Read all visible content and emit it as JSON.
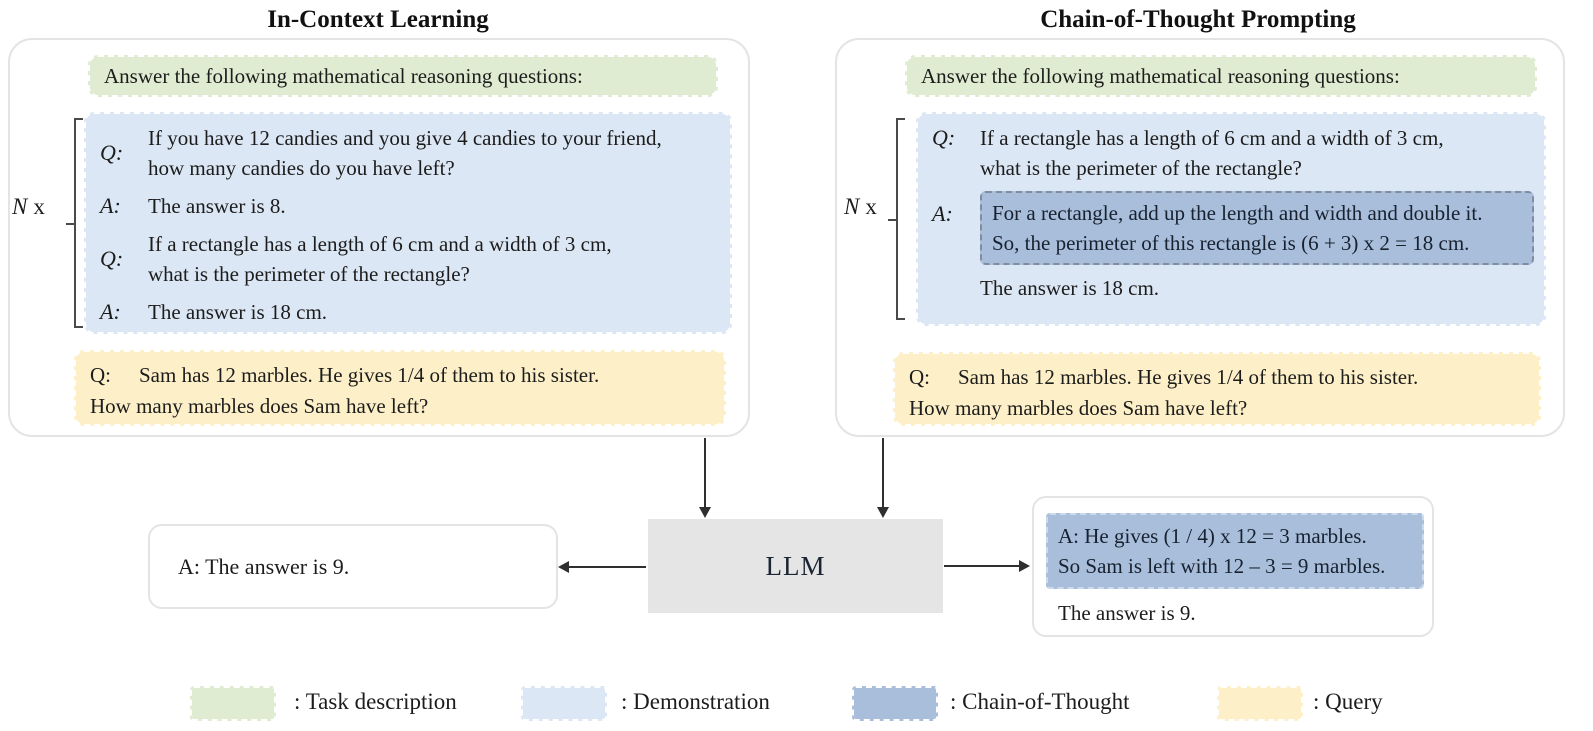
{
  "left_panel": {
    "title": "In-Context Learning",
    "task_description": "Answer the following mathematical reasoning questions:",
    "repeat": {
      "n": "N",
      "times": "x"
    },
    "demonstration": {
      "rows": [
        {
          "label": "Q:",
          "lines": [
            "If you have 12 candies and you give 4 candies to your friend,",
            "how many candies do you have left?"
          ]
        },
        {
          "label": "A:",
          "lines": [
            "The answer is 8."
          ]
        },
        {
          "label": "Q:",
          "lines": [
            "If a rectangle has a length of 6 cm and a width of 3 cm,",
            "what is the perimeter of the rectangle?"
          ]
        },
        {
          "label": "A:",
          "lines": [
            "The answer is 18 cm."
          ]
        }
      ]
    },
    "query": {
      "label": "Q:",
      "line1": "Sam has 12 marbles. He gives 1/4 of them to his sister.",
      "line2": "How many marbles does Sam have left?"
    }
  },
  "right_panel": {
    "title": "Chain-of-Thought Prompting",
    "task_description": "Answer the following mathematical reasoning questions:",
    "repeat": {
      "n": "N",
      "times": "x"
    },
    "demonstration": {
      "question": {
        "label": "Q:",
        "lines": [
          "If a rectangle has a length of 6 cm and a width of 3 cm,",
          "what is the perimeter of the rectangle?"
        ]
      },
      "answer_label": "A:",
      "chain_of_thought": {
        "lines": [
          "For a rectangle, add up the length and width and double it.",
          "So, the perimeter of this rectangle is (6 + 3) x 2 = 18 cm."
        ]
      },
      "final_answer": "The answer is 18 cm."
    },
    "query": {
      "label": "Q:",
      "line1": "Sam has 12 marbles. He gives 1/4 of them to his sister.",
      "line2": "How many marbles does Sam have left?"
    }
  },
  "llm": {
    "label": "LLM"
  },
  "outputs": {
    "icl": {
      "text": "A: The answer is 9."
    },
    "cot": {
      "reasoning_lines": [
        "A: He gives (1 / 4) x 12 = 3 marbles.",
        "So Sam is left with 12 – 3 = 9 marbles."
      ],
      "final_answer": "The answer is 9."
    }
  },
  "legend": {
    "items": [
      {
        "name": "task-description",
        "label": ": Task description",
        "color": "#dfecd2"
      },
      {
        "name": "demonstration",
        "label": ": Demonstration",
        "color": "#dbe7f4"
      },
      {
        "name": "chain-of-thought",
        "label": ": Chain-of-Thought",
        "color": "#a8bedb"
      },
      {
        "name": "query",
        "label": ": Query",
        "color": "#fdf0c8"
      }
    ]
  },
  "colors": {
    "task_description": "#dfecd2",
    "demonstration": "#dbe7f4",
    "chain_of_thought": "#a8bedb",
    "query": "#fdf0c8",
    "llm_box": "#e5e5e5"
  }
}
